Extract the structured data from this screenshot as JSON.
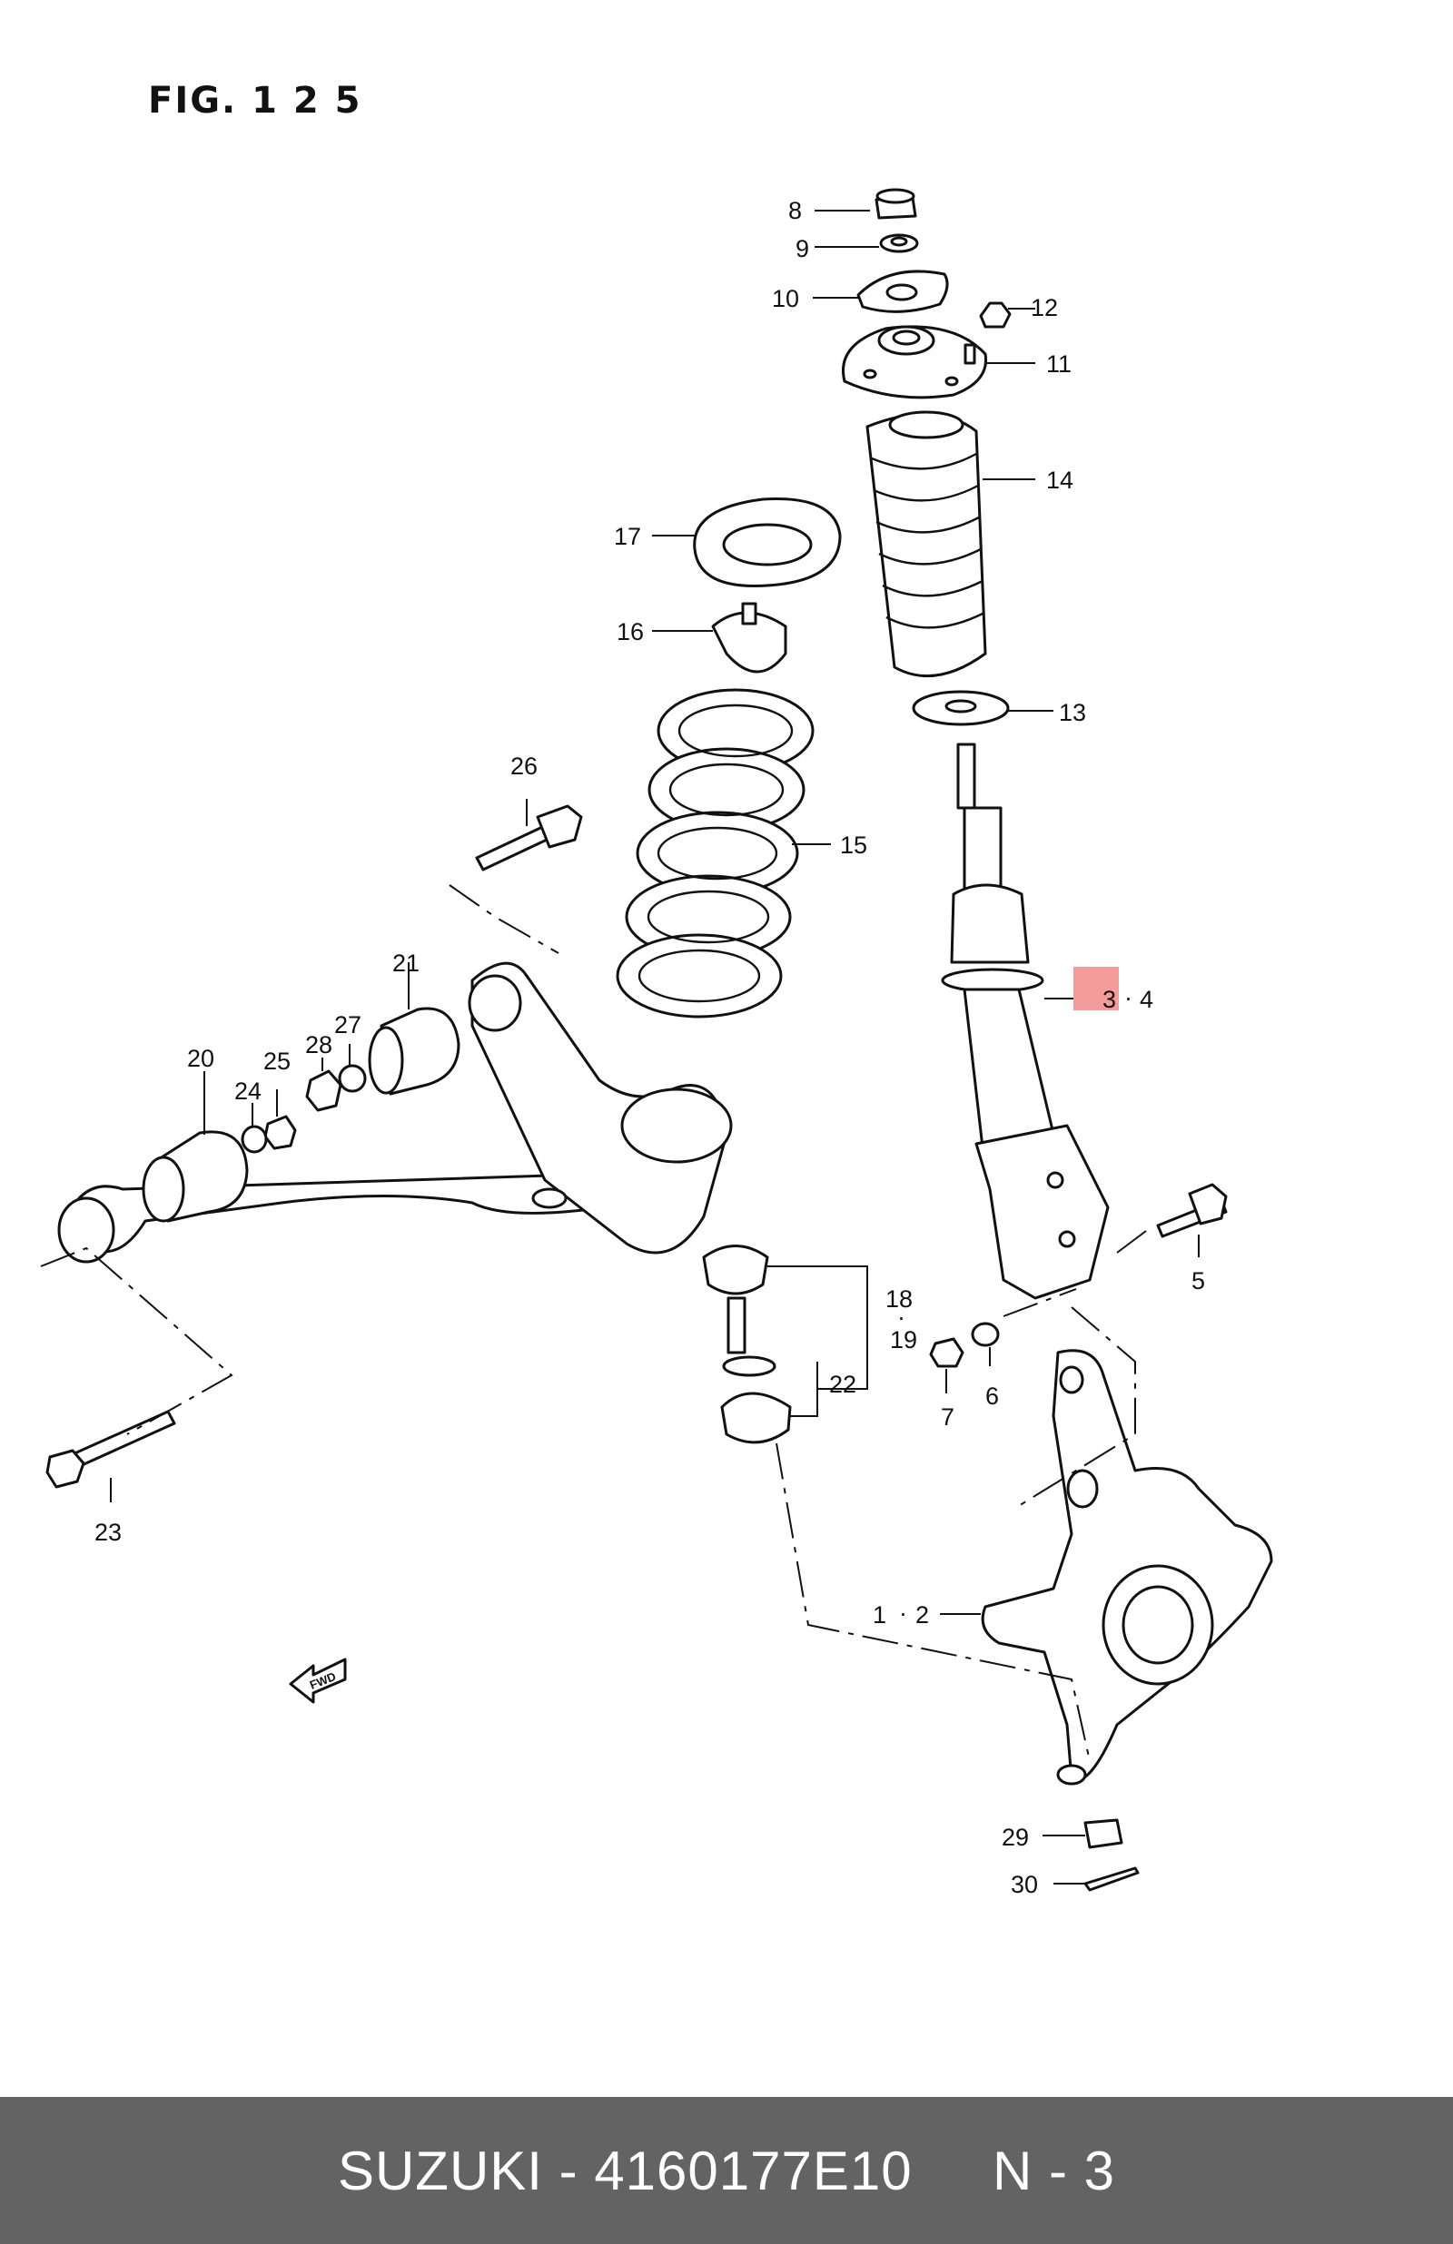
{
  "figure": {
    "title": "FIG. 1 2 5"
  },
  "highlight": {
    "color": "#f28a8a",
    "part_number": "3"
  },
  "arrow": {
    "text": "FWD"
  },
  "callouts": {
    "c8": "8",
    "c9": "9",
    "c10": "10",
    "c12": "12",
    "c11": "11",
    "c14": "14",
    "c17": "17",
    "c16": "16",
    "c13": "13",
    "c15": "15",
    "c26": "26",
    "c3": "3",
    "c4": "4",
    "c21": "21",
    "c27": "27",
    "c28": "28",
    "c20": "20",
    "c25": "25",
    "c24": "24",
    "c5": "5",
    "c18": "18",
    "c19": "19",
    "c22": "22",
    "c6": "6",
    "c7": "7",
    "c23": "23",
    "c1": "1",
    "c2": "2",
    "c29": "29",
    "c30": "30"
  },
  "footer": {
    "brand": "SUZUKI",
    "separator": "-",
    "part_number": "4160177E10",
    "page": "N - 3"
  },
  "colors": {
    "footer_bg": "#636363",
    "footer_text": "#ffffff",
    "line": "#111111"
  }
}
